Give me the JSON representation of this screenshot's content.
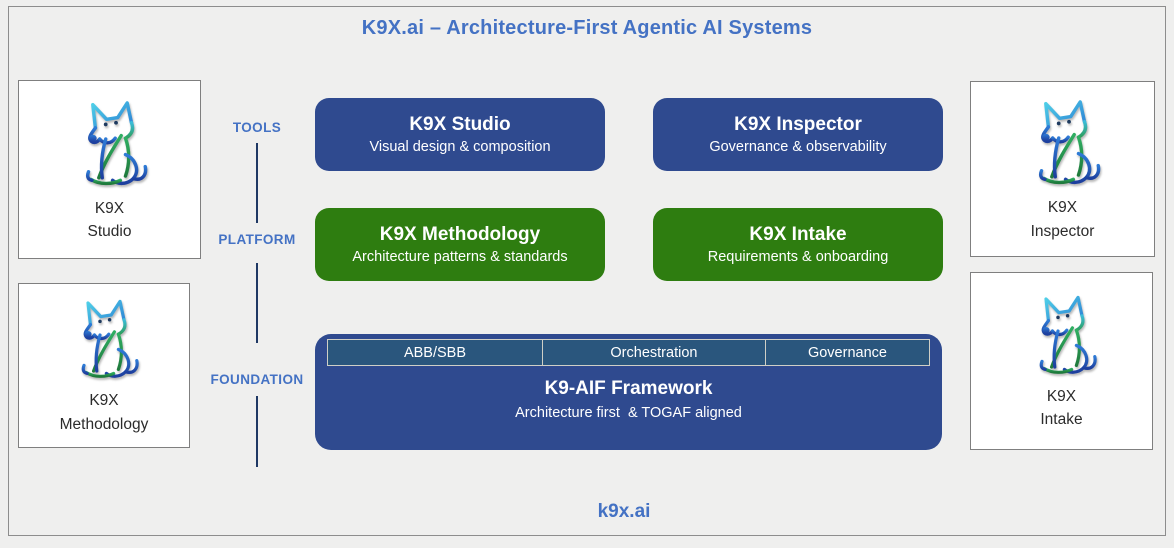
{
  "slide": {
    "title": "K9X.ai – Architecture-First Agentic AI Systems",
    "footer": "k9x.ai"
  },
  "colors": {
    "accent_blue": "#4472C4",
    "navy_box": "#2F4A8F",
    "green_box": "#2E7D10",
    "pillar_strip": "#2A567D",
    "spine_line": "#1F3864",
    "background": "#EFEFEE"
  },
  "spine": {
    "labels": [
      "TOOLS",
      "PLATFORM",
      "FOUNDATION"
    ]
  },
  "logo_cards": [
    {
      "icon": "k9x-dog-logo",
      "name_line1": "K9X",
      "name_line2": "Studio"
    },
    {
      "icon": "k9x-dog-logo",
      "name_line1": "K9X",
      "name_line2": "Methodology"
    },
    {
      "icon": "k9x-dog-logo",
      "name_line1": "K9X",
      "name_line2": "Inspector"
    },
    {
      "icon": "k9x-dog-logo",
      "name_line1": "K9X",
      "name_line2": "Intake"
    }
  ],
  "products": [
    {
      "name": "K9X Studio",
      "desc": "Visual design & composition",
      "color": "#2F4A8F"
    },
    {
      "name": "K9X Inspector",
      "desc": "Governance & observability",
      "color": "#2F4A8F"
    },
    {
      "name": "K9X Methodology",
      "desc": "Architecture patterns & standards",
      "color": "#2E7D10"
    },
    {
      "name": "K9X Intake",
      "desc": "Requirements & onboarding",
      "color": "#2E7D10"
    }
  ],
  "foundation": {
    "pillars": [
      "ABB/SBB",
      "Orchestration",
      "Governance"
    ],
    "name": "K9-AIF Framework",
    "desc": "Architecture first  & TOGAF aligned"
  }
}
